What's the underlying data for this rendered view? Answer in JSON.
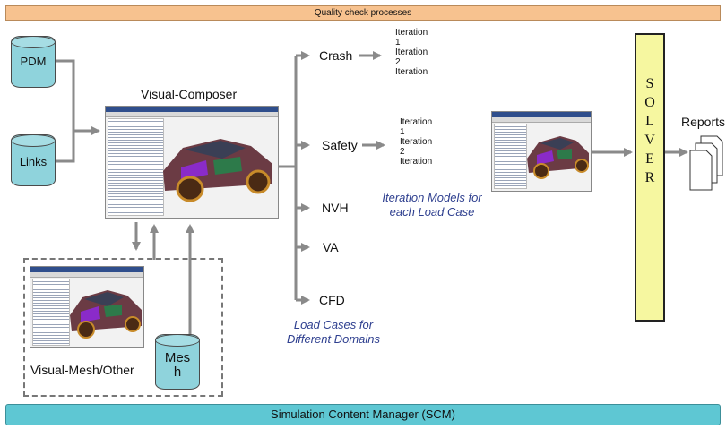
{
  "top_banner": "Quality check processes",
  "bottom_banner": "Simulation Content Manager (SCM)",
  "databases": {
    "pdm": "PDM",
    "links": "Links",
    "mesh_line1": "Mes",
    "mesh_line2": "h"
  },
  "visual_composer": "Visual-Composer",
  "visual_mesh": "Visual-Mesh/Other",
  "load_cases": [
    "Crash",
    "Safety",
    "NVH",
    "VA",
    "CFD"
  ],
  "load_cases_caption_line1": "Load Cases for",
  "load_cases_caption_line2": "Different Domains",
  "iterations_crash": [
    "Iteration",
    "1",
    "Iteration",
    "2",
    "Iteration"
  ],
  "iterations_safety": [
    "Iteration",
    "1",
    "Iteration",
    "2",
    "Iteration"
  ],
  "iteration_caption_line1": "Iteration Models for",
  "iteration_caption_line2": "each Load Case",
  "solver_letters": [
    "S",
    "O",
    "L",
    "V",
    "E",
    "R"
  ],
  "reports": "Reports",
  "colors": {
    "banner_top": "#f7c28f",
    "banner_bottom": "#5ec7d3",
    "database": "#8fd3dc",
    "solver": "#f6f7a0",
    "arrow": "#8a8a8a",
    "caption": "#2e3f8f"
  }
}
